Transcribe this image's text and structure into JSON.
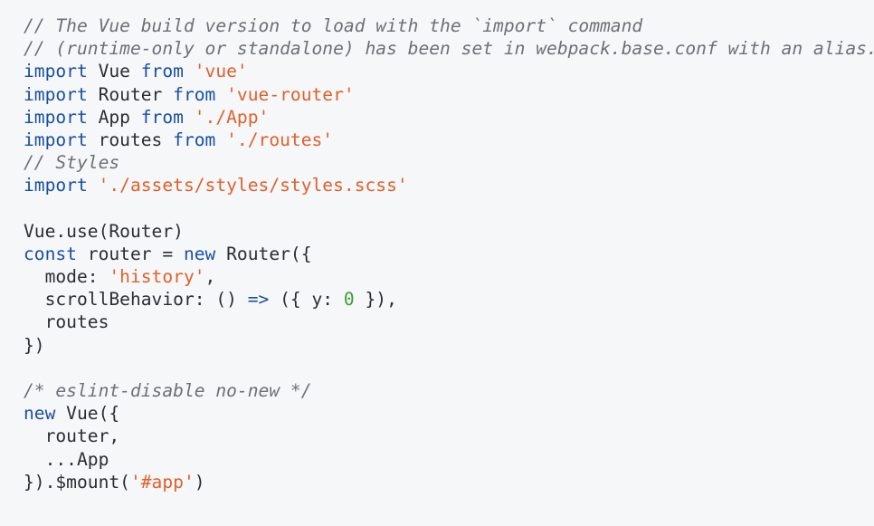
{
  "colors": {
    "background": "#f6f7f8",
    "keyword": "#1a4fa3",
    "string": "#e0602c",
    "comment": "#6c7178",
    "number": "#3a9d3a",
    "text": "#2a2e33"
  },
  "lines": [
    [
      {
        "t": "comment",
        "v": "// The Vue build version to load with the `import` command"
      }
    ],
    [
      {
        "t": "comment",
        "v": "// (runtime-only or standalone) has been set in webpack.base.conf with an alias."
      }
    ],
    [
      {
        "t": "keyword",
        "v": "import"
      },
      {
        "t": "ident",
        "v": " Vue "
      },
      {
        "t": "keyword",
        "v": "from"
      },
      {
        "t": "ident",
        "v": " "
      },
      {
        "t": "string",
        "v": "'vue'"
      }
    ],
    [
      {
        "t": "keyword",
        "v": "import"
      },
      {
        "t": "ident",
        "v": " Router "
      },
      {
        "t": "keyword",
        "v": "from"
      },
      {
        "t": "ident",
        "v": " "
      },
      {
        "t": "string",
        "v": "'vue-router'"
      }
    ],
    [
      {
        "t": "keyword",
        "v": "import"
      },
      {
        "t": "ident",
        "v": " App "
      },
      {
        "t": "keyword",
        "v": "from"
      },
      {
        "t": "ident",
        "v": " "
      },
      {
        "t": "string",
        "v": "'./App'"
      }
    ],
    [
      {
        "t": "keyword",
        "v": "import"
      },
      {
        "t": "ident",
        "v": " routes "
      },
      {
        "t": "keyword",
        "v": "from"
      },
      {
        "t": "ident",
        "v": " "
      },
      {
        "t": "string",
        "v": "'./routes'"
      }
    ],
    [
      {
        "t": "comment",
        "v": "// Styles"
      }
    ],
    [
      {
        "t": "keyword",
        "v": "import"
      },
      {
        "t": "ident",
        "v": " "
      },
      {
        "t": "string",
        "v": "'./assets/styles/styles.scss'"
      }
    ],
    [],
    [
      {
        "t": "ident",
        "v": "Vue.use(Router)"
      }
    ],
    [
      {
        "t": "keyword",
        "v": "const"
      },
      {
        "t": "ident",
        "v": " router = "
      },
      {
        "t": "keyword",
        "v": "new"
      },
      {
        "t": "ident",
        "v": " Router({"
      }
    ],
    [
      {
        "t": "ident",
        "v": "  mode: "
      },
      {
        "t": "string",
        "v": "'history'"
      },
      {
        "t": "ident",
        "v": ","
      }
    ],
    [
      {
        "t": "ident",
        "v": "  scrollBehavior: () "
      },
      {
        "t": "keyword",
        "v": "=>"
      },
      {
        "t": "ident",
        "v": " ({ y: "
      },
      {
        "t": "number",
        "v": "0"
      },
      {
        "t": "ident",
        "v": " }),"
      }
    ],
    [
      {
        "t": "ident",
        "v": "  routes"
      }
    ],
    [
      {
        "t": "ident",
        "v": "})"
      }
    ],
    [],
    [
      {
        "t": "comment",
        "v": "/* eslint-disable no-new */"
      }
    ],
    [
      {
        "t": "keyword",
        "v": "new"
      },
      {
        "t": "ident",
        "v": " Vue({"
      }
    ],
    [
      {
        "t": "ident",
        "v": "  router,"
      }
    ],
    [
      {
        "t": "ident",
        "v": "  ...App"
      }
    ],
    [
      {
        "t": "ident",
        "v": "}).$mount("
      },
      {
        "t": "string",
        "v": "'#app'"
      },
      {
        "t": "ident",
        "v": ")"
      }
    ]
  ]
}
